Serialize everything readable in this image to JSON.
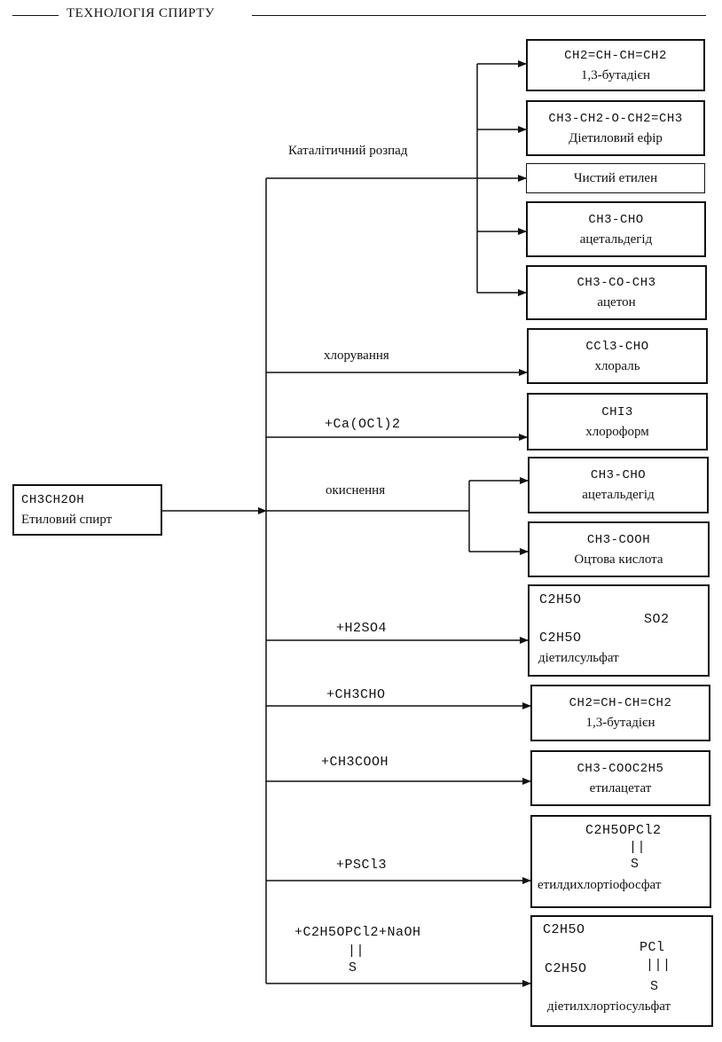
{
  "header": {
    "title": "ТЕХНОЛОГІЯ СПИРТУ"
  },
  "source": {
    "formula": "CH3CH2OH",
    "name": "Етиловий спирт"
  },
  "branches": [
    {
      "label": "Каталітичний розпад"
    },
    {
      "label": "хлорування"
    },
    {
      "label": "+Ca(OCl)2"
    },
    {
      "label": "окиснення"
    },
    {
      "label": "+H2SO4"
    },
    {
      "label": "+CH3CHO"
    },
    {
      "label": "+CH3COOH"
    },
    {
      "label": "+PSCl3"
    },
    {
      "label": "+C2H5OPCl2+NaOH",
      "sub1": "||",
      "sub2": "S"
    }
  ],
  "products": [
    {
      "formula": "CH2=CH-CH=CH2",
      "name": "1,3-бутадієн"
    },
    {
      "formula": "CH3-CH2-O-CH2=CH3",
      "name": "Діетиловий ефір"
    },
    {
      "name": "Чистий етилен"
    },
    {
      "formula": "CH3-CHO",
      "name": "ацетальдегід"
    },
    {
      "formula": "CH3-CO-CH3",
      "name": "ацетон"
    },
    {
      "formula": "CCl3-CHO",
      "name": "хлораль"
    },
    {
      "formula": "CHI3",
      "name": "хлороформ"
    },
    {
      "formula": "CH3-CHO",
      "name": "ацетальдегід"
    },
    {
      "formula": "CH3-COOH",
      "name": "Оцтова кислота"
    },
    {
      "left1": "C2H5O",
      "left2": "C2H5O",
      "right": "SO2",
      "name": "діетилсульфат"
    },
    {
      "formula": "CH2=CH-CH=CH2",
      "name": "1,3-бутадієн"
    },
    {
      "formula": "CH3-COOC2H5",
      "name": "етилацетат"
    },
    {
      "formula": "C2H5OPCl2",
      "bond": "||",
      "atom": "S",
      "name": "етилдихлортіофосфат"
    },
    {
      "left1": "C2H5O",
      "left2": "C2H5O",
      "right": "PCl",
      "bond": "|||",
      "atom": "S",
      "name": "діетилхлортіосульфат"
    }
  ]
}
